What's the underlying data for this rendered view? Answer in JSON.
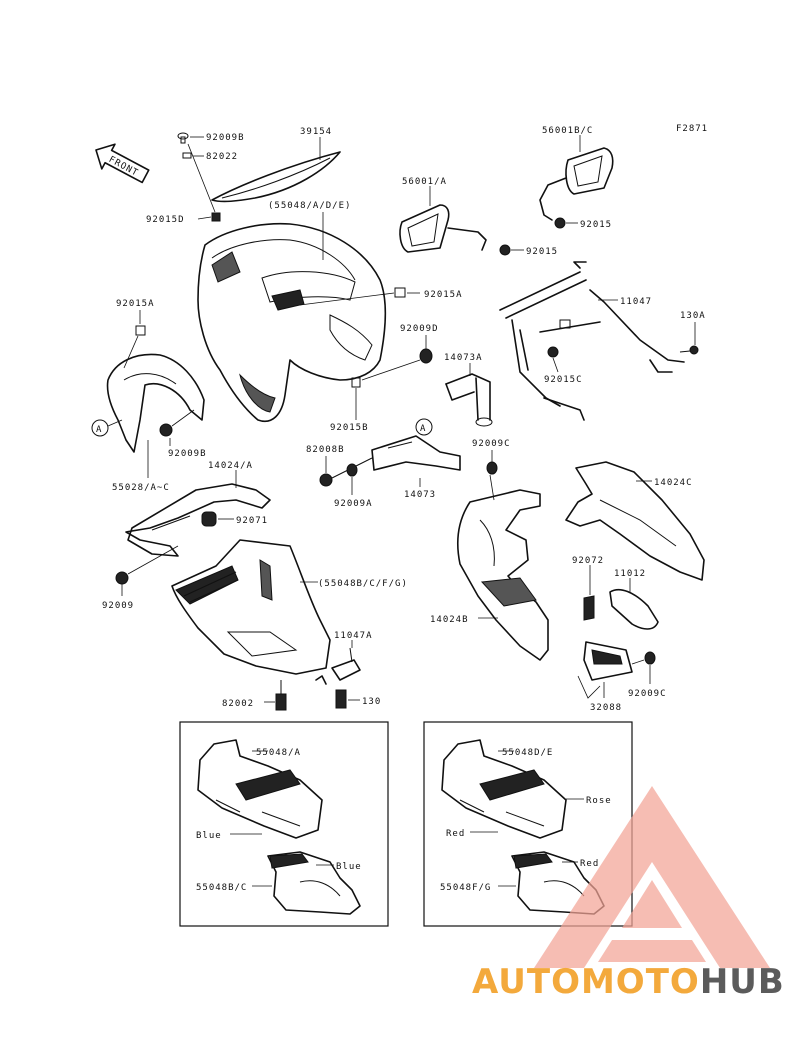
{
  "figure_code": "F2871",
  "front_arrow": "FRONT",
  "labels": {
    "p_92009B_top": "92009B",
    "p_82022": "82022",
    "p_39154": "39154",
    "p_92015D": "92015D",
    "p_55048_ADE": "(55048/A/D/E)",
    "p_56001_A": "56001/A",
    "p_56001_BC": "56001B/C",
    "p_92015_right": "92015",
    "p_92015_mid": "92015",
    "p_11047": "11047",
    "p_130A": "130A",
    "p_92015A_left": "92015A",
    "p_92015A_mid": "92015A",
    "p_92009D": "92009D",
    "p_14073A": "14073A",
    "p_92015C": "92015C",
    "p_92015B": "92015B",
    "p_92009B_mid": "92009B",
    "p_A_left": "A",
    "p_A_mid": "A",
    "p_82008B": "82008B",
    "p_92009A": "92009A",
    "p_14073": "14073",
    "p_92009C_top": "92009C",
    "p_14024C": "14024C",
    "p_55028_AC": "55028/A~C",
    "p_14024_A": "14024/A",
    "p_92071": "92071",
    "p_92072": "92072",
    "p_11012": "11012",
    "p_55048BCFG": "(55048B/C/F/G)",
    "p_14024B": "14024B",
    "p_92009": "92009",
    "p_11047A": "11047A",
    "p_82002": "82002",
    "p_130": "130",
    "p_92009C_bot": "92009C",
    "p_32088": "32088"
  },
  "inset_left": {
    "top_part": "55048/A",
    "color_1": "Blue",
    "color_2": "Blue",
    "bottom_part": "55048B/C"
  },
  "inset_right": {
    "top_part": "55048D/E",
    "color_1": "Rose",
    "color_2": "Red",
    "color_3": "Red",
    "bottom_part": "55048F/G"
  },
  "watermark": {
    "part_1": "AUTOMOTO",
    "part_2": "HUB",
    "color_1": "#f3a93c",
    "color_2": "#5b5b5b",
    "logo_color": "#f2a497"
  }
}
